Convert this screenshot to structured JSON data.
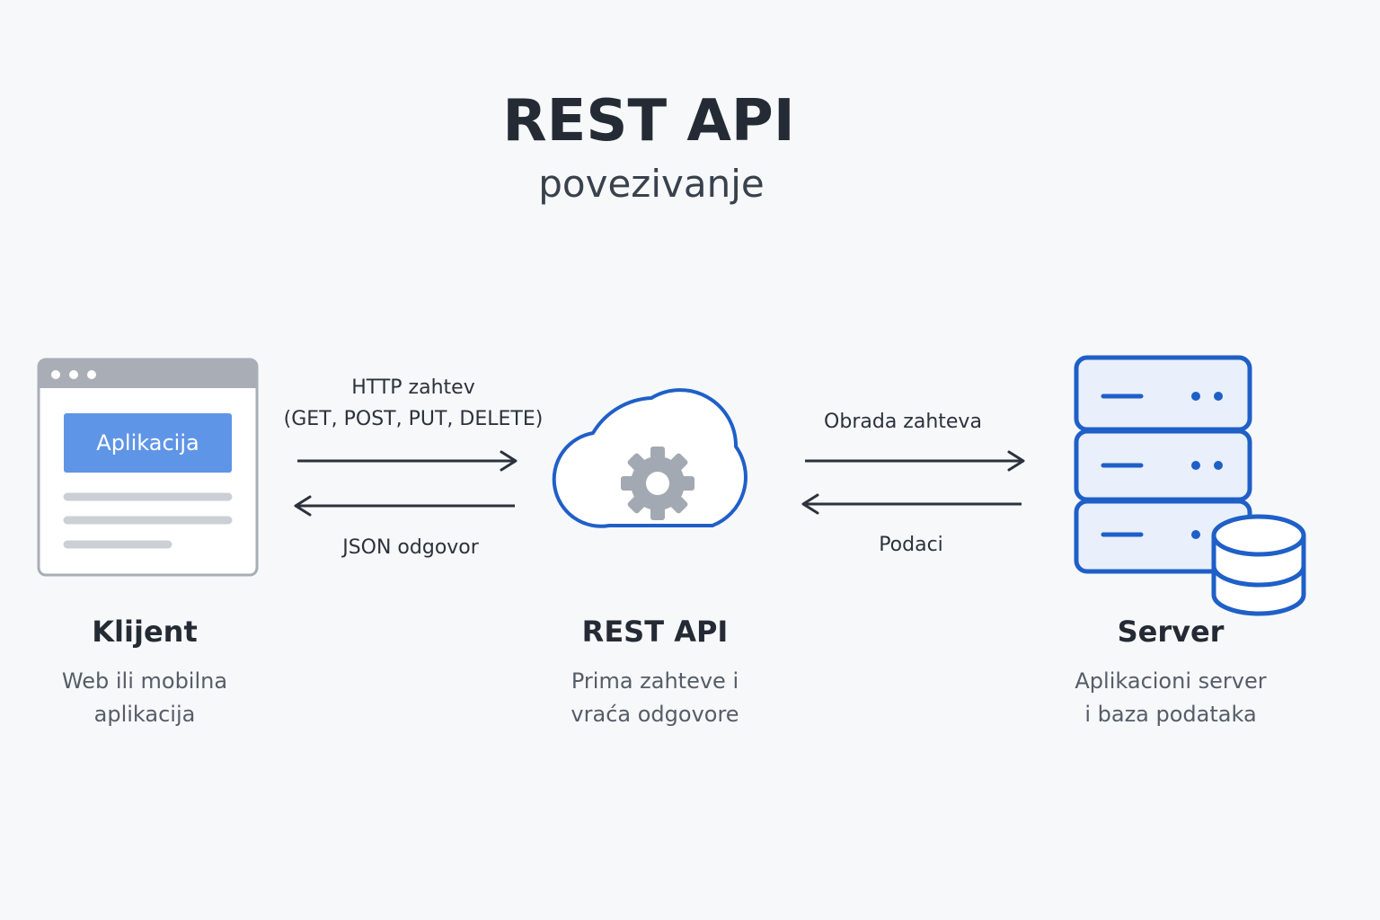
{
  "header": {
    "title": "REST API",
    "subtitle": "povezivanje"
  },
  "client": {
    "app_button_label": "Aplikacija",
    "title": "Klijent",
    "desc_line1": "Web ili mobilna",
    "desc_line2": "aplikacija"
  },
  "api": {
    "title": "REST API",
    "desc_line1": "Prima zahteve i",
    "desc_line2": "vraća odgovore"
  },
  "server": {
    "title": "Server",
    "desc_line1": "Aplikacioni server",
    "desc_line2": "i baza podataka"
  },
  "arrows": {
    "request_line1": "HTTP zahtev",
    "request_line2": "(GET, POST, PUT, DELETE)",
    "response": "JSON odgovor",
    "processing": "Obrada zahteva",
    "data": "Podaci"
  },
  "colors": {
    "accent_blue": "#1f5fc8",
    "light_blue_fill": "#e9f0fb",
    "gray_stroke": "#a9aeb6",
    "button_blue": "#5f95e6",
    "gear_gray": "#a3a9b2"
  },
  "icons": {
    "client": "browser-window-icon",
    "api": "cloud-gear-icon",
    "server": "server-rack-icon",
    "database": "database-icon"
  }
}
